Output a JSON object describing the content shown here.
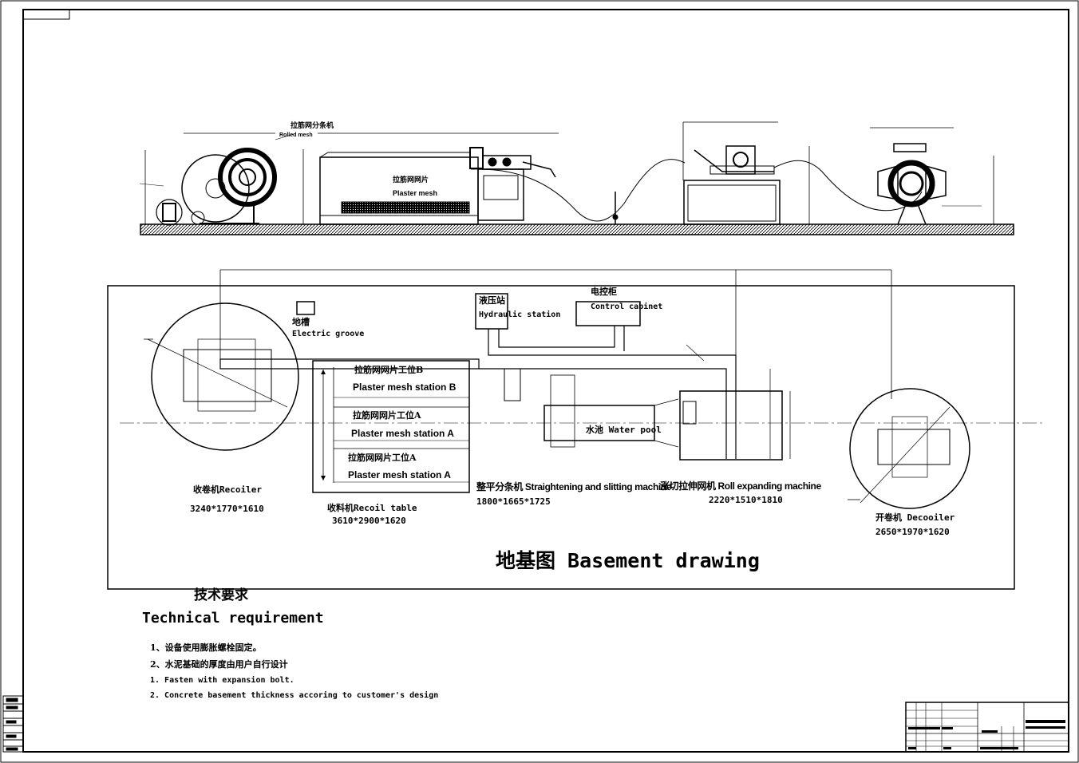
{
  "side_view": {
    "label_mesh_cn": "拉筋网网片",
    "label_mesh_en": "Plaster mesh",
    "label_top_cn": "拉筋网分条机",
    "label_top_en": "Rolled mesh"
  },
  "plan": {
    "electric_groove_cn": "地槽",
    "electric_groove_en": "Electric groove",
    "hydraulic_cn": "液压站",
    "hydraulic_en": "Hydraulic station",
    "control_cn": "电控柜",
    "control_en": "Control cabinet",
    "station_b_cn": "拉筋网网片工位B",
    "station_b_en": "Plaster mesh station B",
    "station_a1_cn": "拉筋网网片工位A",
    "station_a1_en": "Plaster mesh station A",
    "station_a2_cn": "拉筋网网片工位A",
    "station_a2_en": "Plaster mesh station A",
    "water_pool": "水池 Water pool",
    "recoiler_title": "收卷机Recoiler",
    "recoiler_dims": "3240*1770*1610",
    "recoil_table_title": "收料机Recoil table",
    "recoil_table_dims": "3610*2900*1620",
    "straightening_title": "整平分条机 Straightening and slitting machine",
    "straightening_dims": "1800*1665*1725",
    "roll_expanding_title": "涨切拉伸网机 Roll expanding machine",
    "roll_expanding_dims": "2220*1510*1810",
    "decoiler_title": "开卷机 Decooiler",
    "decoiler_dims": "2650*1970*1620"
  },
  "basement_title": "地基图  Basement drawing",
  "tech": {
    "heading_cn": "技术要求",
    "heading_en": "Technical requirement",
    "items": [
      "1、设备使用膨胀螺栓固定。",
      "2、水泥基础的厚度由用户自行设计",
      "1. Fasten with expansion bolt.",
      "2. Concrete basement thickness accoring to customer's design"
    ]
  }
}
